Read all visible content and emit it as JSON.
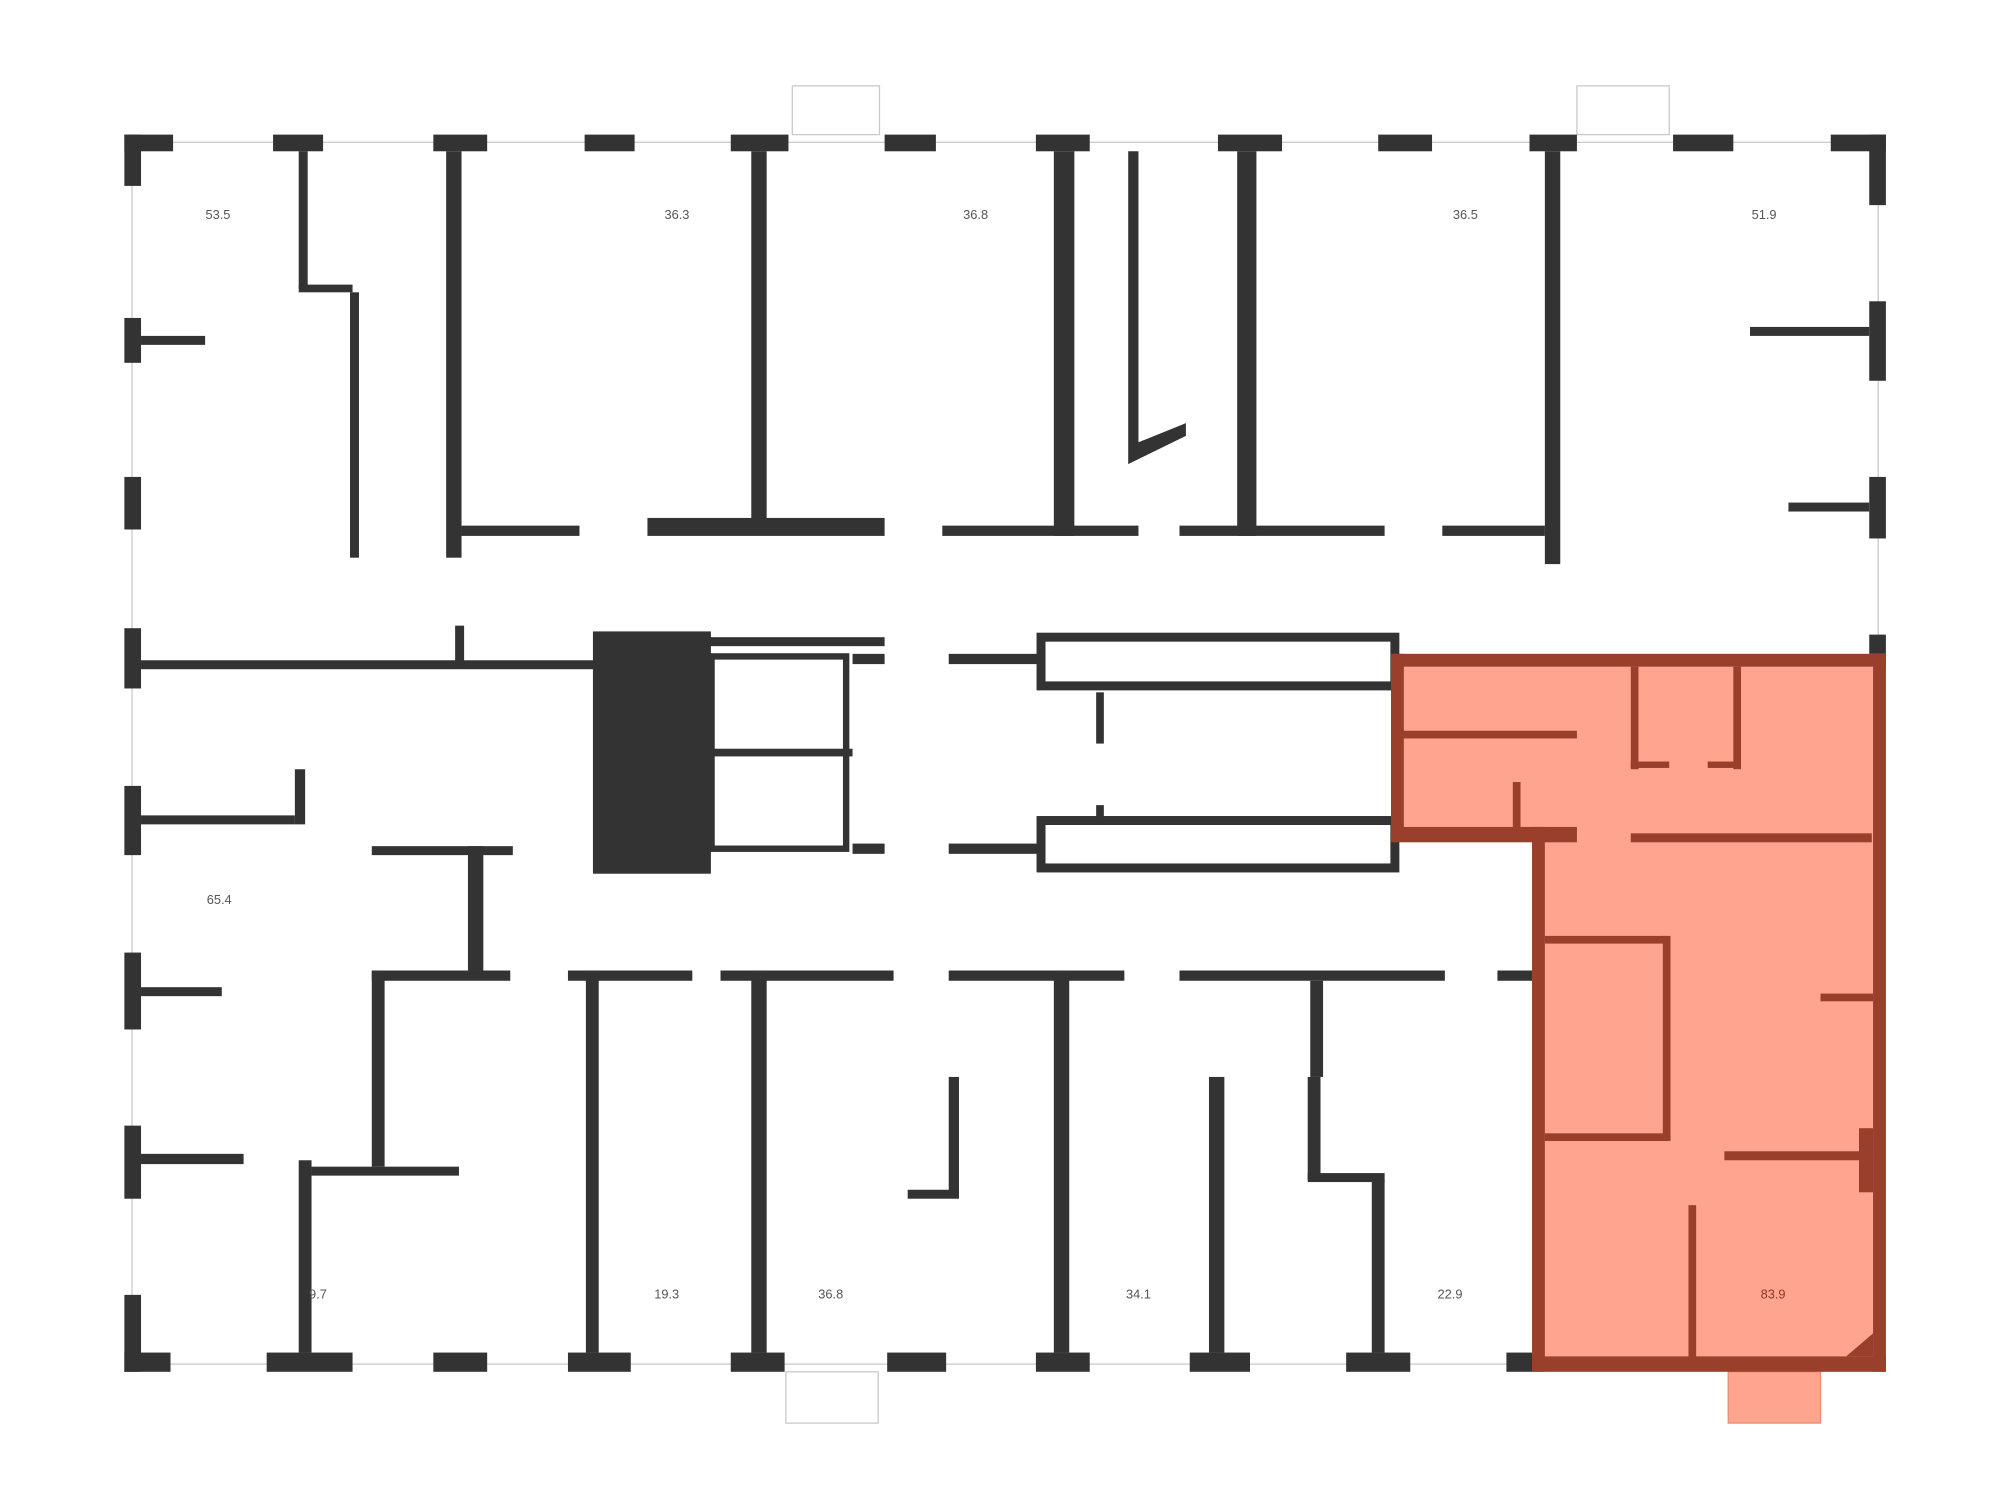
{
  "floor_plan": {
    "highlight_color": "#ffa58f",
    "highlight_wall_color": "#9a3f2b",
    "wall_color": "#333333",
    "apartments": [
      {
        "id": "apt-top-1",
        "area": "53.5"
      },
      {
        "id": "apt-top-2",
        "area": "36.3"
      },
      {
        "id": "apt-top-3",
        "area": "36.8"
      },
      {
        "id": "apt-top-4",
        "area": "36.5"
      },
      {
        "id": "apt-top-5",
        "area": "51.9"
      },
      {
        "id": "apt-left",
        "area": "65.4"
      },
      {
        "id": "apt-bottom-1",
        "area": "9.7"
      },
      {
        "id": "apt-bottom-2",
        "area": "19.3"
      },
      {
        "id": "apt-bottom-3",
        "area": "36.8"
      },
      {
        "id": "apt-bottom-4",
        "area": "34.1"
      },
      {
        "id": "apt-bottom-5",
        "area": "22.9"
      },
      {
        "id": "apt-selected",
        "area": "83.9",
        "selected": true
      }
    ]
  }
}
